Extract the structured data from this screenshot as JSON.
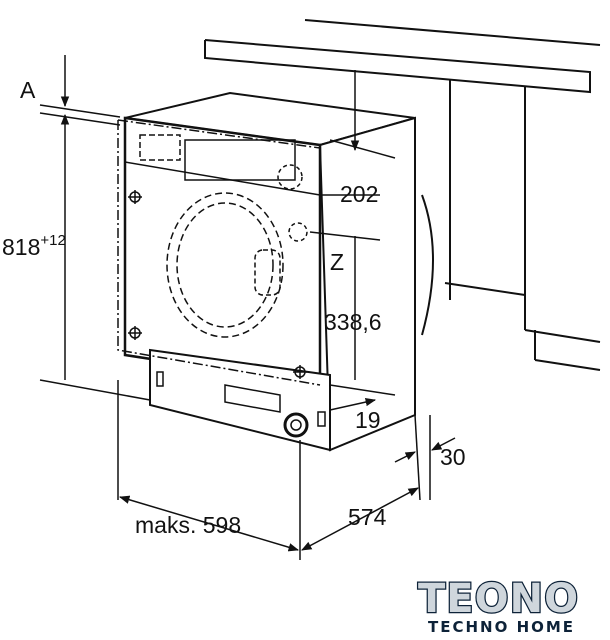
{
  "dimensions": {
    "a_label": "A",
    "height": "818",
    "height_tolerance": "+12",
    "top_panel": "202",
    "z_label": "Z",
    "hose_height": "338,6",
    "offset_19": "19",
    "offset_30": "30",
    "depth": "574",
    "width": "maks. 598"
  },
  "logo": {
    "name": "TEONO",
    "tagline": "TECHNO HOME"
  }
}
